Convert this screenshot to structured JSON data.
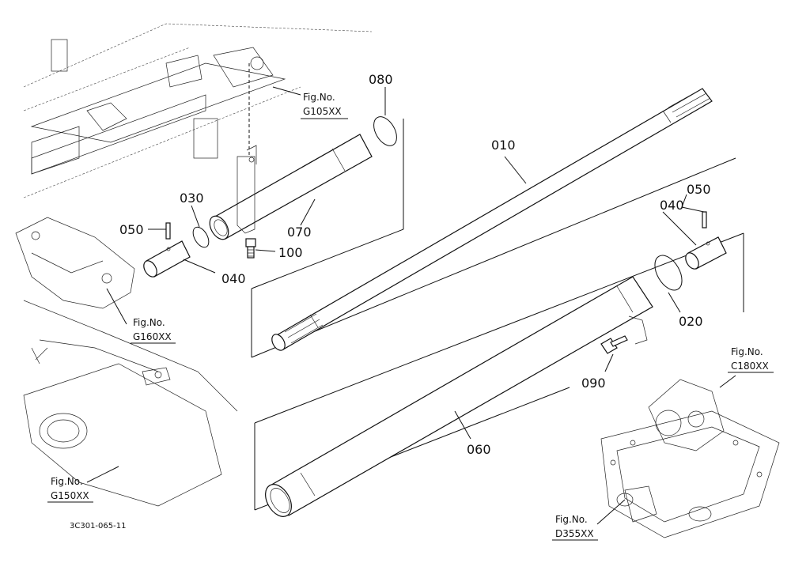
{
  "parts": {
    "p010": "010",
    "p020": "020",
    "p030": "030",
    "p040_left": "040",
    "p040_right": "040",
    "p050_left": "050",
    "p050_right": "050",
    "p060": "060",
    "p070": "070",
    "p080": "080",
    "p090": "090",
    "p100": "100"
  },
  "figure_refs": {
    "g105": {
      "prefix": "Fig.No.",
      "code": "G105XX"
    },
    "g160": {
      "prefix": "Fig.No.",
      "code": "G160XX"
    },
    "g150": {
      "prefix": "Fig.No.",
      "code": "G150XX"
    },
    "c180": {
      "prefix": "Fig.No.",
      "code": "C180XX"
    },
    "d355": {
      "prefix": "Fig.No.",
      "code": "D355XX"
    }
  },
  "drawing_code": "3C301-065-11"
}
